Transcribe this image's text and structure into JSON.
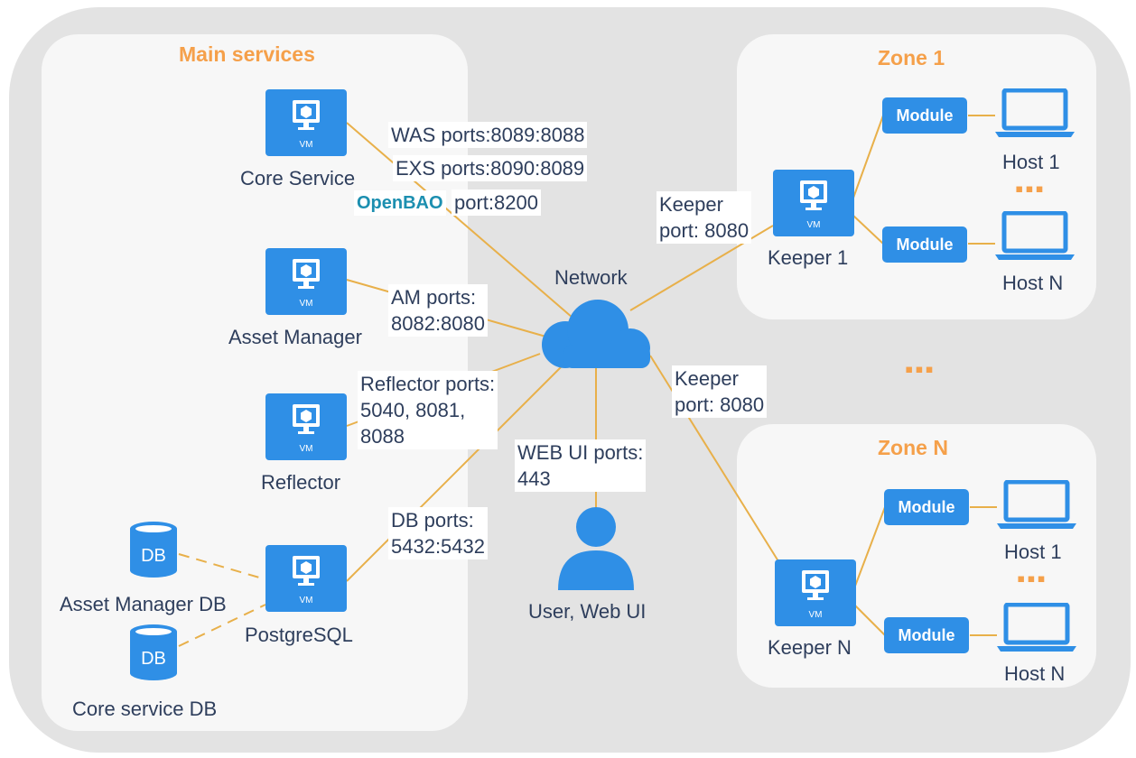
{
  "panels": {
    "main": {
      "title": "Main services"
    },
    "zone1": {
      "title": "Zone 1"
    },
    "zoneN": {
      "title": "Zone N"
    }
  },
  "nodes": {
    "core_service": {
      "label": "Core Service",
      "badge": "VM"
    },
    "asset_manager": {
      "label": "Asset Manager",
      "badge": "VM"
    },
    "reflector": {
      "label": "Reflector",
      "badge": "VM"
    },
    "postgresql": {
      "label": "PostgreSQL",
      "badge": "VM"
    },
    "asset_manager_db": {
      "label": "Asset Manager DB",
      "badge": "DB"
    },
    "core_service_db": {
      "label": "Core service DB",
      "badge": "DB"
    },
    "network": {
      "label": "Network"
    },
    "user": {
      "label": "User, Web UI"
    },
    "keeper_1": {
      "label": "Keeper 1",
      "badge": "VM"
    },
    "keeper_n": {
      "label": "Keeper N",
      "badge": "VM"
    }
  },
  "ports": {
    "was": "WAS ports:8089:8088",
    "exs": "EXS ports:8090:8089",
    "openbao_name": "OpenBAO",
    "openbao_port": "port:8200",
    "am": "AM ports:\n8082:8080",
    "reflector": "Reflector ports:\n5040, 8081,\n8088",
    "db": "DB ports:\n5432:5432",
    "web_ui": "WEB UI ports:\n443",
    "keeper_1": "Keeper\nport: 8080",
    "keeper_n": "Keeper\nport: 8080"
  },
  "zone1": {
    "module_top": "Module",
    "module_bottom": "Module",
    "host_top": "Host 1",
    "host_bottom": "Host N",
    "dots": "▪▪▪"
  },
  "zoneN": {
    "module_top": "Module",
    "module_bottom": "Module",
    "host_top": "Host 1",
    "host_bottom": "Host N",
    "dots": "▪▪▪"
  },
  "between_zones_dots": "▪▪▪",
  "colors": {
    "background": "#e3e3e3",
    "panel": "#f7f7f7",
    "accent_orange": "#f5a04a",
    "icon_blue": "#2f8fe6",
    "link": "#e8b04a",
    "text": "#2e3e5c",
    "openbao": "#1c8fb0"
  }
}
